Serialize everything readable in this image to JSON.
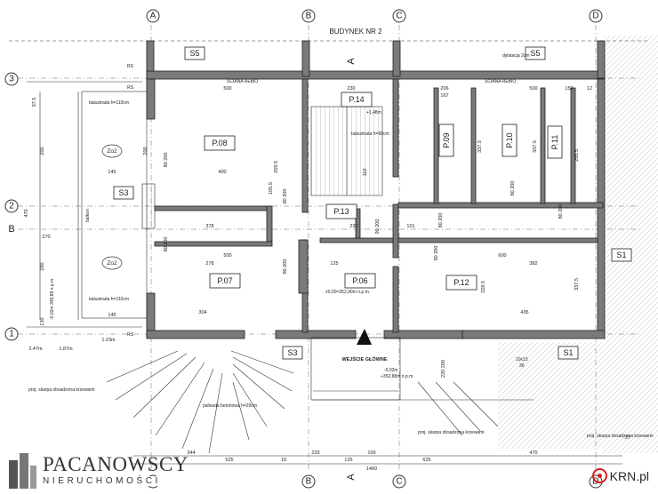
{
  "title": "BUDYNEK NR 2",
  "axes_x": [
    "A",
    "B",
    "C",
    "D"
  ],
  "axes_y": [
    "3",
    "2",
    "B",
    "1"
  ],
  "rooms": [
    {
      "id": "P.08"
    },
    {
      "id": "P.07"
    },
    {
      "id": "P.14"
    },
    {
      "id": "P.13"
    },
    {
      "id": "P.06"
    },
    {
      "id": "P.09"
    },
    {
      "id": "P.10"
    },
    {
      "id": "P.11"
    },
    {
      "id": "P.12"
    }
  ],
  "markers": [
    "S5",
    "S5",
    "S3",
    "S3",
    "S1",
    "S1",
    "A",
    "A",
    "Zo2",
    "Zo2"
  ],
  "entrance": {
    "label": "WEJŚCIE GŁÓWNE",
    "level": "-0,02m",
    "level_abs": "+352,88m n.p.m."
  },
  "notes": {
    "wall_label_1": "ŚCIANA REBIO",
    "wall_label_2": "ŚCIANA REBIO",
    "dylatacja": "dylatacja 2cm",
    "balustrada_1": "balustrada h=110cm",
    "balustrada_2": "balustrada h=110cm",
    "balustrada_3": "balustrada h=90cm",
    "balkon": "balkon",
    "level_14": "+1,48m",
    "level_06": "±0,00=352,90m n.p.m.",
    "rzut_1": "proj. skarpa obsadzona krzewami",
    "rzut_2": "palisada betonowa h=20cm",
    "rzut_3": "proj. skarpa obsadzona krzewami",
    "rzut_4": "proj. skarpa obsadzona krzewami",
    "balkon_level": "-0,02m 349,88 n.p.m.",
    "dim_10x15": "10x15",
    "dim_36": "36",
    "rs": "RS"
  },
  "dims_top": [
    "500",
    "230",
    "206",
    "167",
    "500",
    "150",
    "12"
  ],
  "dims_bottom": [
    "344",
    "525",
    "10",
    "233",
    "125",
    "100",
    "625",
    "470",
    "1460",
    "27"
  ],
  "dims_mid": [
    "400",
    "145",
    "378",
    "278",
    "500",
    "304",
    "230",
    "125",
    "101",
    "600",
    "382",
    "435",
    "145",
    "270",
    "1.23m",
    "1.87m",
    "2.47m"
  ],
  "dims_left": [
    "200",
    "470",
    "280",
    "200",
    "130",
    "37.5"
  ],
  "door_labels": [
    "80 200",
    "80 200",
    "90 200",
    "90 200",
    "80 200",
    "80 200",
    "80 200",
    "80 200",
    "80 200",
    "220 200"
  ],
  "vert_dims": [
    "337.5",
    "337.5",
    "337.5",
    "255.5",
    "259.5",
    "228.5",
    "105.5",
    "110"
  ],
  "logo": {
    "name": "PACANOWSCY",
    "sub": "NIERUCHOMOŚCI"
  },
  "watermark": "KRN.pl",
  "colors": {
    "wall": "#7a7a7a",
    "line": "#333333",
    "paper": "#ffffff",
    "brand_red": "#d81d1d"
  }
}
